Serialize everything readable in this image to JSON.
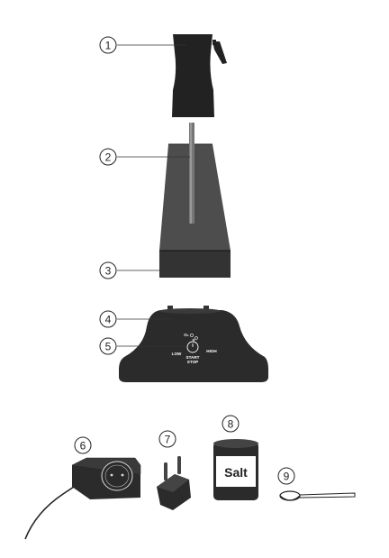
{
  "callouts": {
    "c1": "1",
    "c2": "2",
    "c3": "3",
    "c4": "4",
    "c5": "5",
    "c6": "6",
    "c7": "7",
    "c8": "8",
    "c9": "9"
  },
  "base_labels": {
    "low": "LOW",
    "high": "HIGH",
    "start": "START",
    "stop": "STOP",
    "o2": "O₂"
  },
  "salt_label": "Salt",
  "colors": {
    "dark": "#222222",
    "bottle_body": "#555555",
    "bottle_base": "#444444",
    "light_gray": "#8a8a8a",
    "line": "#333333"
  }
}
